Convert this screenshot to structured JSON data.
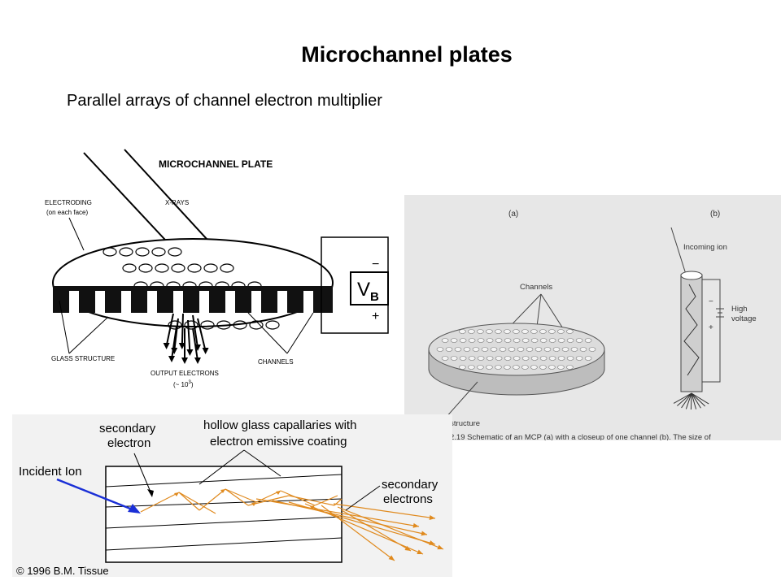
{
  "slide": {
    "title": "Microchannel plates",
    "subtitle": "Parallel arrays of channel electron multiplier"
  },
  "mcp_diagram": {
    "heading": "MICROCHANNEL PLATE",
    "xrays_label": "X-RAYS",
    "electroding_label_line1": "ELECTRODING",
    "electroding_label_line2": "(on each face)",
    "glass_label": "GLASS STRUCTURE",
    "channels_label": "CHANNELS",
    "output_label_line1": "OUTPUT ELECTRONS",
    "output_label_line2": "(~ 10",
    "output_label_exp": "3",
    "output_label_close": ")",
    "voltage_symbol": "V",
    "voltage_sub": "B",
    "minus": "−",
    "plus": "+"
  },
  "photo_figure": {
    "label_a": "(a)",
    "label_b": "(b)",
    "incoming_ion": "Incoming ion",
    "channels": "Channels",
    "high_voltage_line1": "High",
    "high_voltage_line2": "voltage",
    "minus": "−",
    "plus": "+",
    "glass_partial": "ss structure",
    "caption_partial": "2.19  Schematic of an MCP (a) with a closeup of one channel (b). The size of"
  },
  "channel_diagram": {
    "secondary_electron_line1": "secondary",
    "secondary_electron_line2": "electron",
    "hollow_line1": "hollow glass capallaries with",
    "hollow_line2": "electron emissive coating",
    "incident_ion": "Incident Ion",
    "secondary_electrons_line1": "secondary",
    "secondary_electrons_line2": "electrons",
    "copyright": "© 1996 B.M. Tissue",
    "arrow_color": "#e08a1e",
    "ion_arrow_color": "#1a2fd6"
  }
}
